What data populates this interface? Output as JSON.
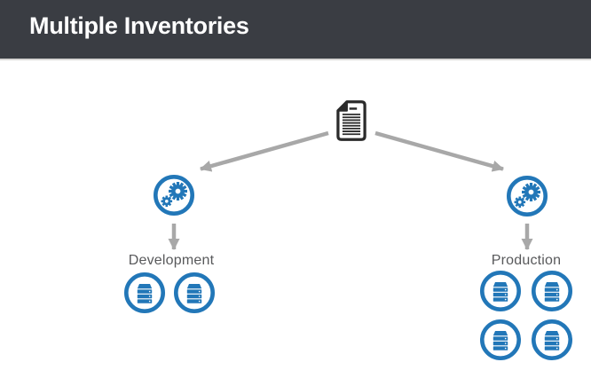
{
  "header": {
    "title": "Multiple Inventories",
    "background_color": "#3a3d43",
    "text_color": "#ffffff"
  },
  "diagram": {
    "source": {
      "icon": "inventory-file-icon",
      "description_icon": "document with folded corner and text lines"
    },
    "controllers": [
      {
        "icon": "gears-icon",
        "target_group": "development"
      },
      {
        "icon": "gears-icon",
        "target_group": "production"
      }
    ],
    "groups": [
      {
        "id": "development",
        "label": "Development",
        "node_icon": "server-icon",
        "node_count": 2
      },
      {
        "id": "production",
        "label": "Production",
        "node_icon": "server-icon",
        "node_count": 4
      }
    ],
    "arrows": [
      {
        "from": "inventory-file",
        "to": "gears-development"
      },
      {
        "from": "inventory-file",
        "to": "gears-production"
      },
      {
        "from": "gears-development",
        "to": "development-group"
      },
      {
        "from": "gears-production",
        "to": "production-group"
      }
    ],
    "colors": {
      "accent_blue": "#2277b8",
      "arrow_gray": "#a8a8a8",
      "label_gray": "#58595b",
      "document_dark": "#2b2b2b",
      "canvas_background": "#ffffff"
    }
  }
}
